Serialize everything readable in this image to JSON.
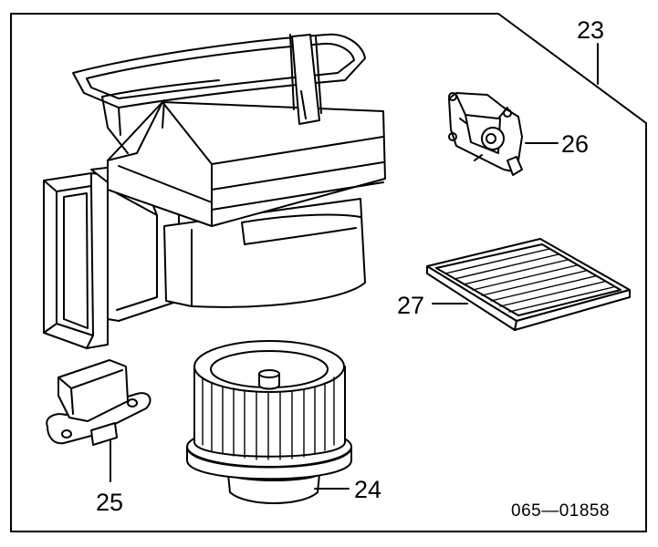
{
  "callouts": {
    "p23": "23",
    "p24": "24",
    "p25": "25",
    "p26": "26",
    "p27": "27"
  },
  "part_number": "065—01858",
  "colors": {
    "ink": "#000000",
    "paper": "#ffffff"
  }
}
